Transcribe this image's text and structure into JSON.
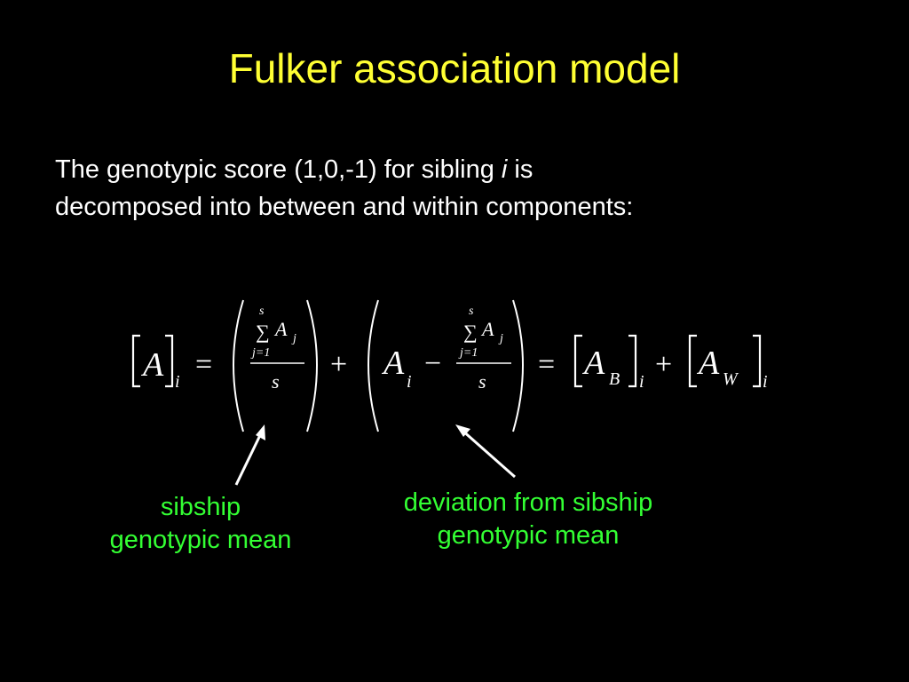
{
  "title": "Fulker association model",
  "body": {
    "line1_pre": "The genotypic score (1,0,-1) for sibling ",
    "line1_var": "i",
    "line1_post": " is",
    "line2": "decomposed into between and within components:"
  },
  "formula": {
    "A": "A",
    "i": "i",
    "j": "j",
    "j_eq_1": "j=1",
    "s": "s",
    "sum": "∑",
    "eq": "=",
    "plus": "+",
    "minus": "−",
    "B": "B",
    "W": "W"
  },
  "notes": {
    "left_line1": "sibship",
    "left_line2": "genotypic mean",
    "right_line1": "deviation from sibship",
    "right_line2": "genotypic mean"
  },
  "colors": {
    "background": "#000000",
    "title": "#FFFF33",
    "body": "#FFFFFF",
    "annotation": "#33FF33"
  }
}
